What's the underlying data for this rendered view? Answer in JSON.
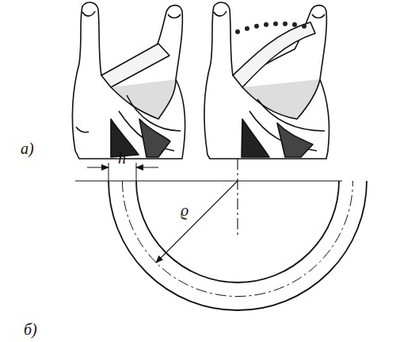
{
  "diagram": {
    "labels": [
      "а)",
      "h",
      "ϱ",
      "б)"
    ]
  }
}
